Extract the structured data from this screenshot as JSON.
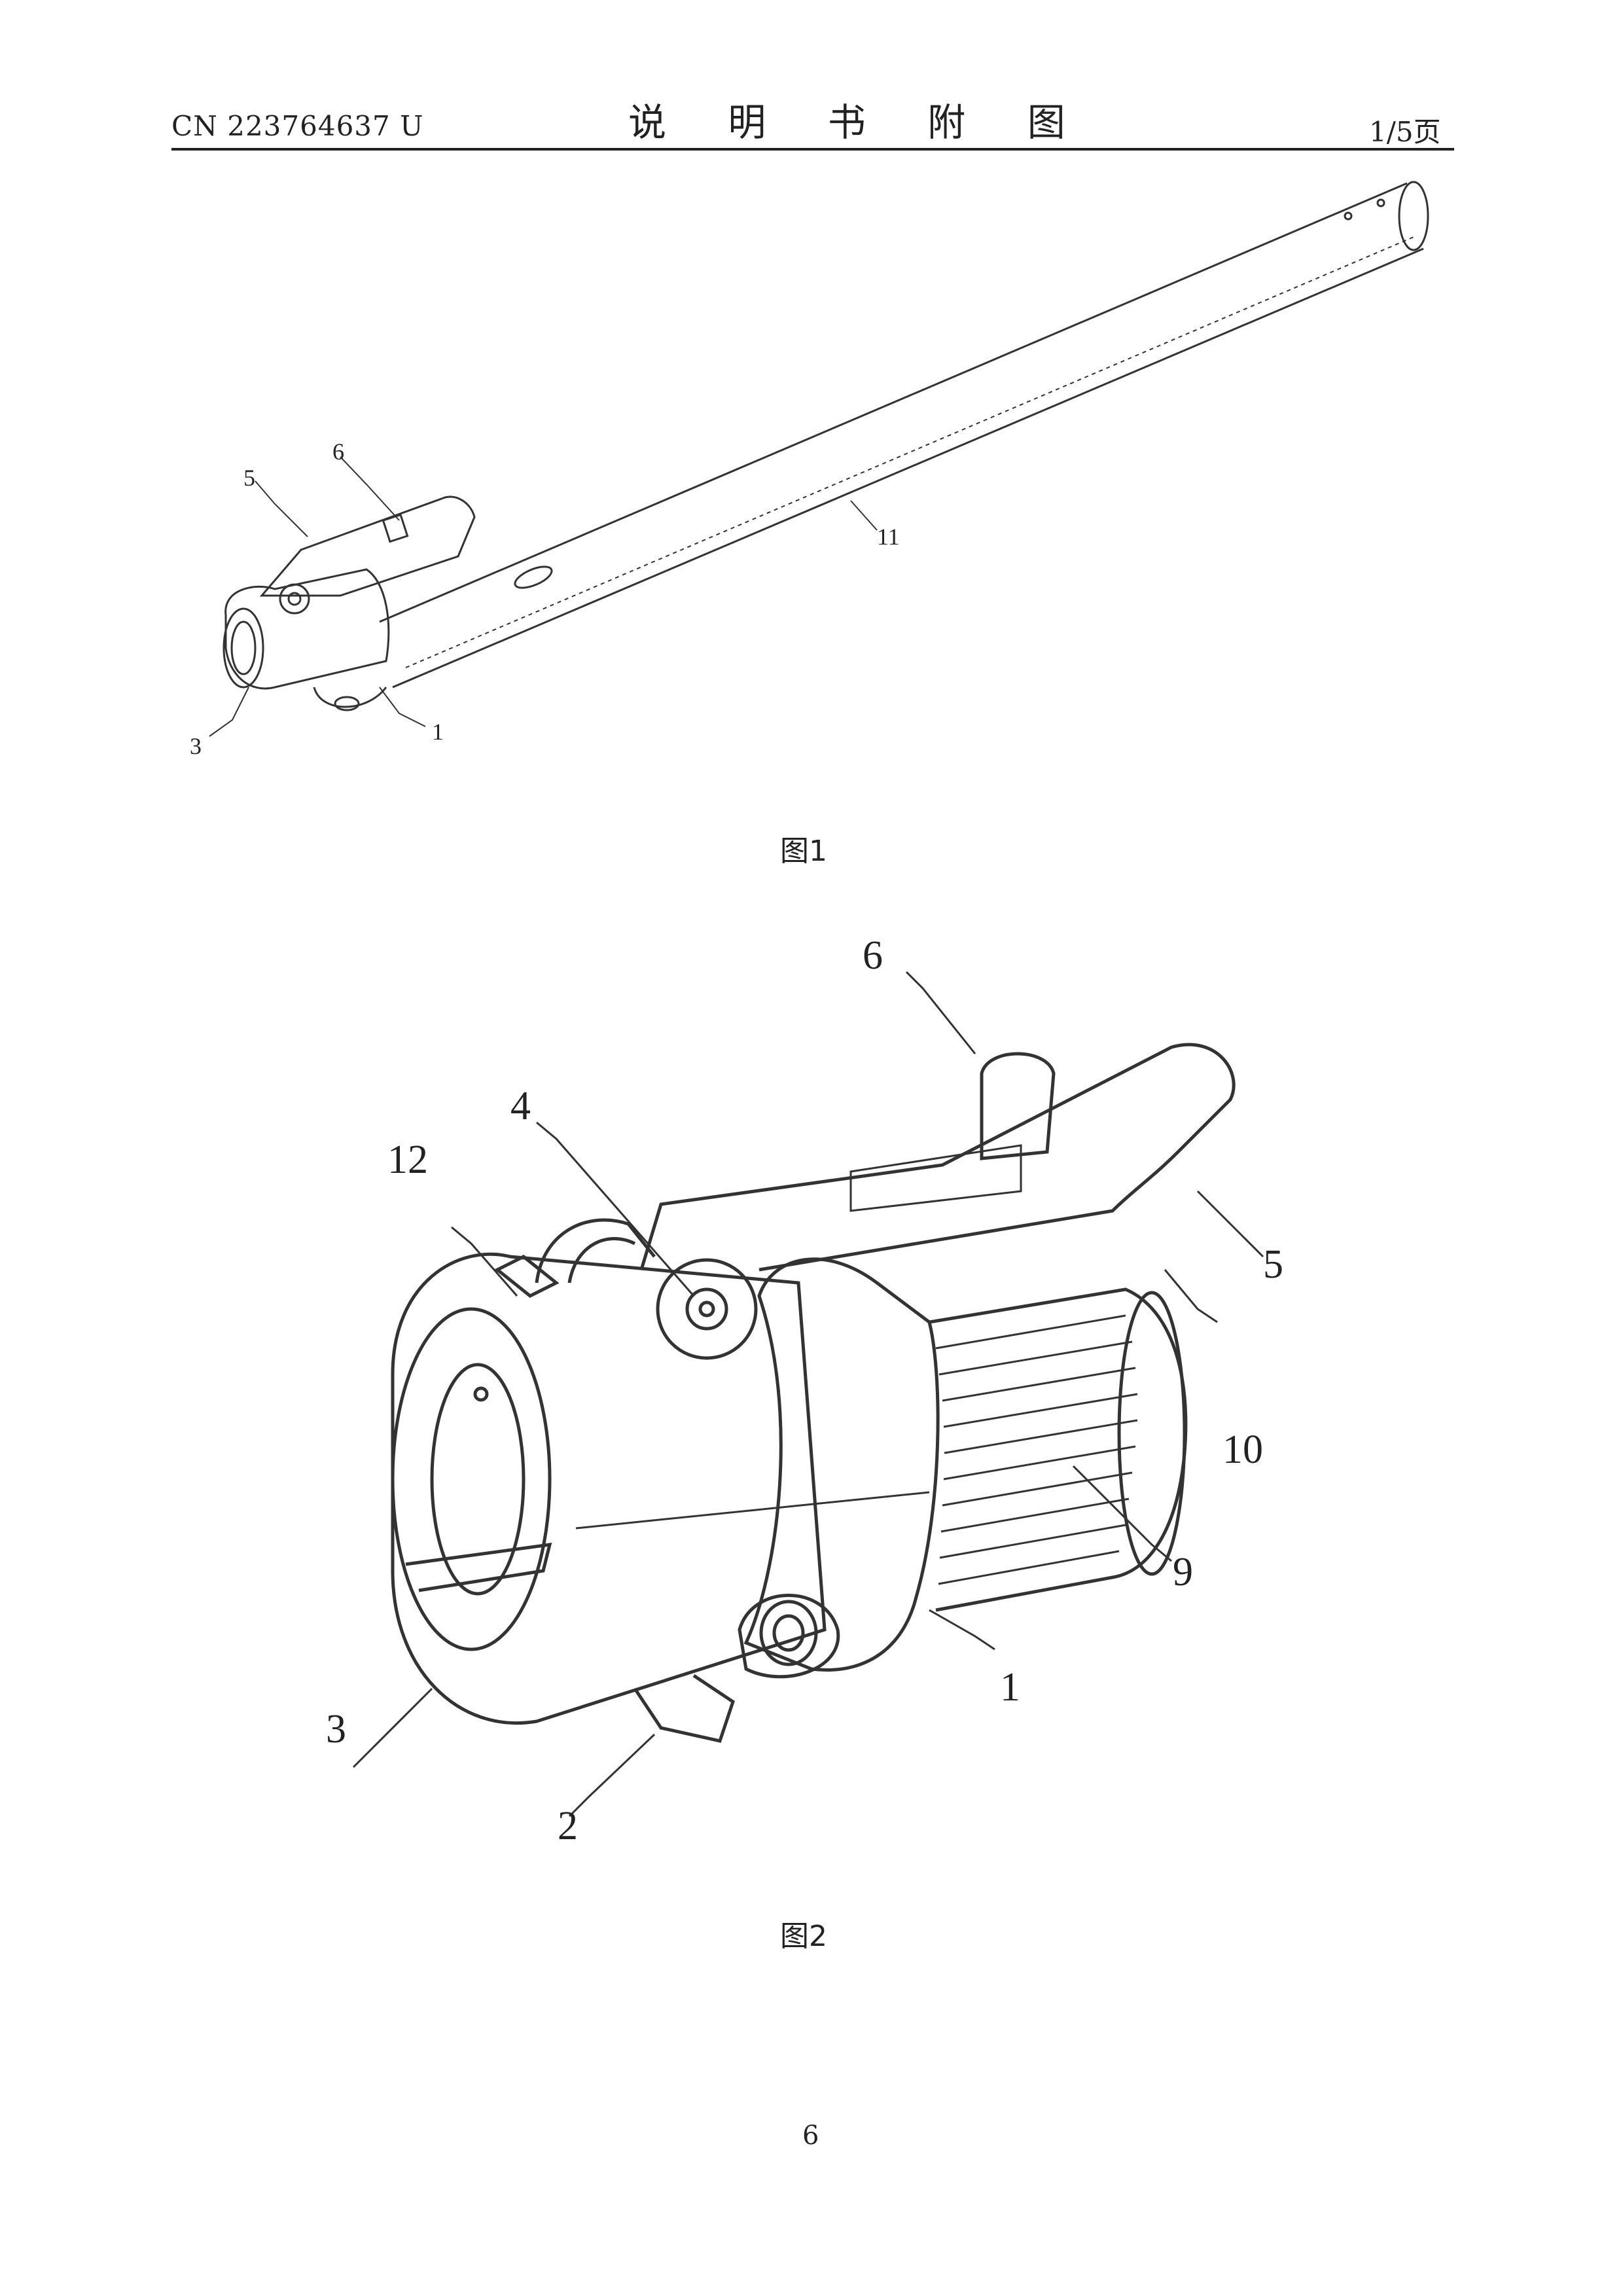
{
  "header": {
    "publication_number": "CN 223764637 U",
    "title": "说 明 书 附 图",
    "page_of": "1/5页"
  },
  "figure1": {
    "caption": "图1",
    "labels": [
      "5",
      "6",
      "11",
      "1",
      "3"
    ]
  },
  "figure2": {
    "caption": "图2",
    "labels": [
      "6",
      "4",
      "12",
      "5",
      "10",
      "9",
      "1",
      "3",
      "2"
    ]
  },
  "page_number": "6"
}
